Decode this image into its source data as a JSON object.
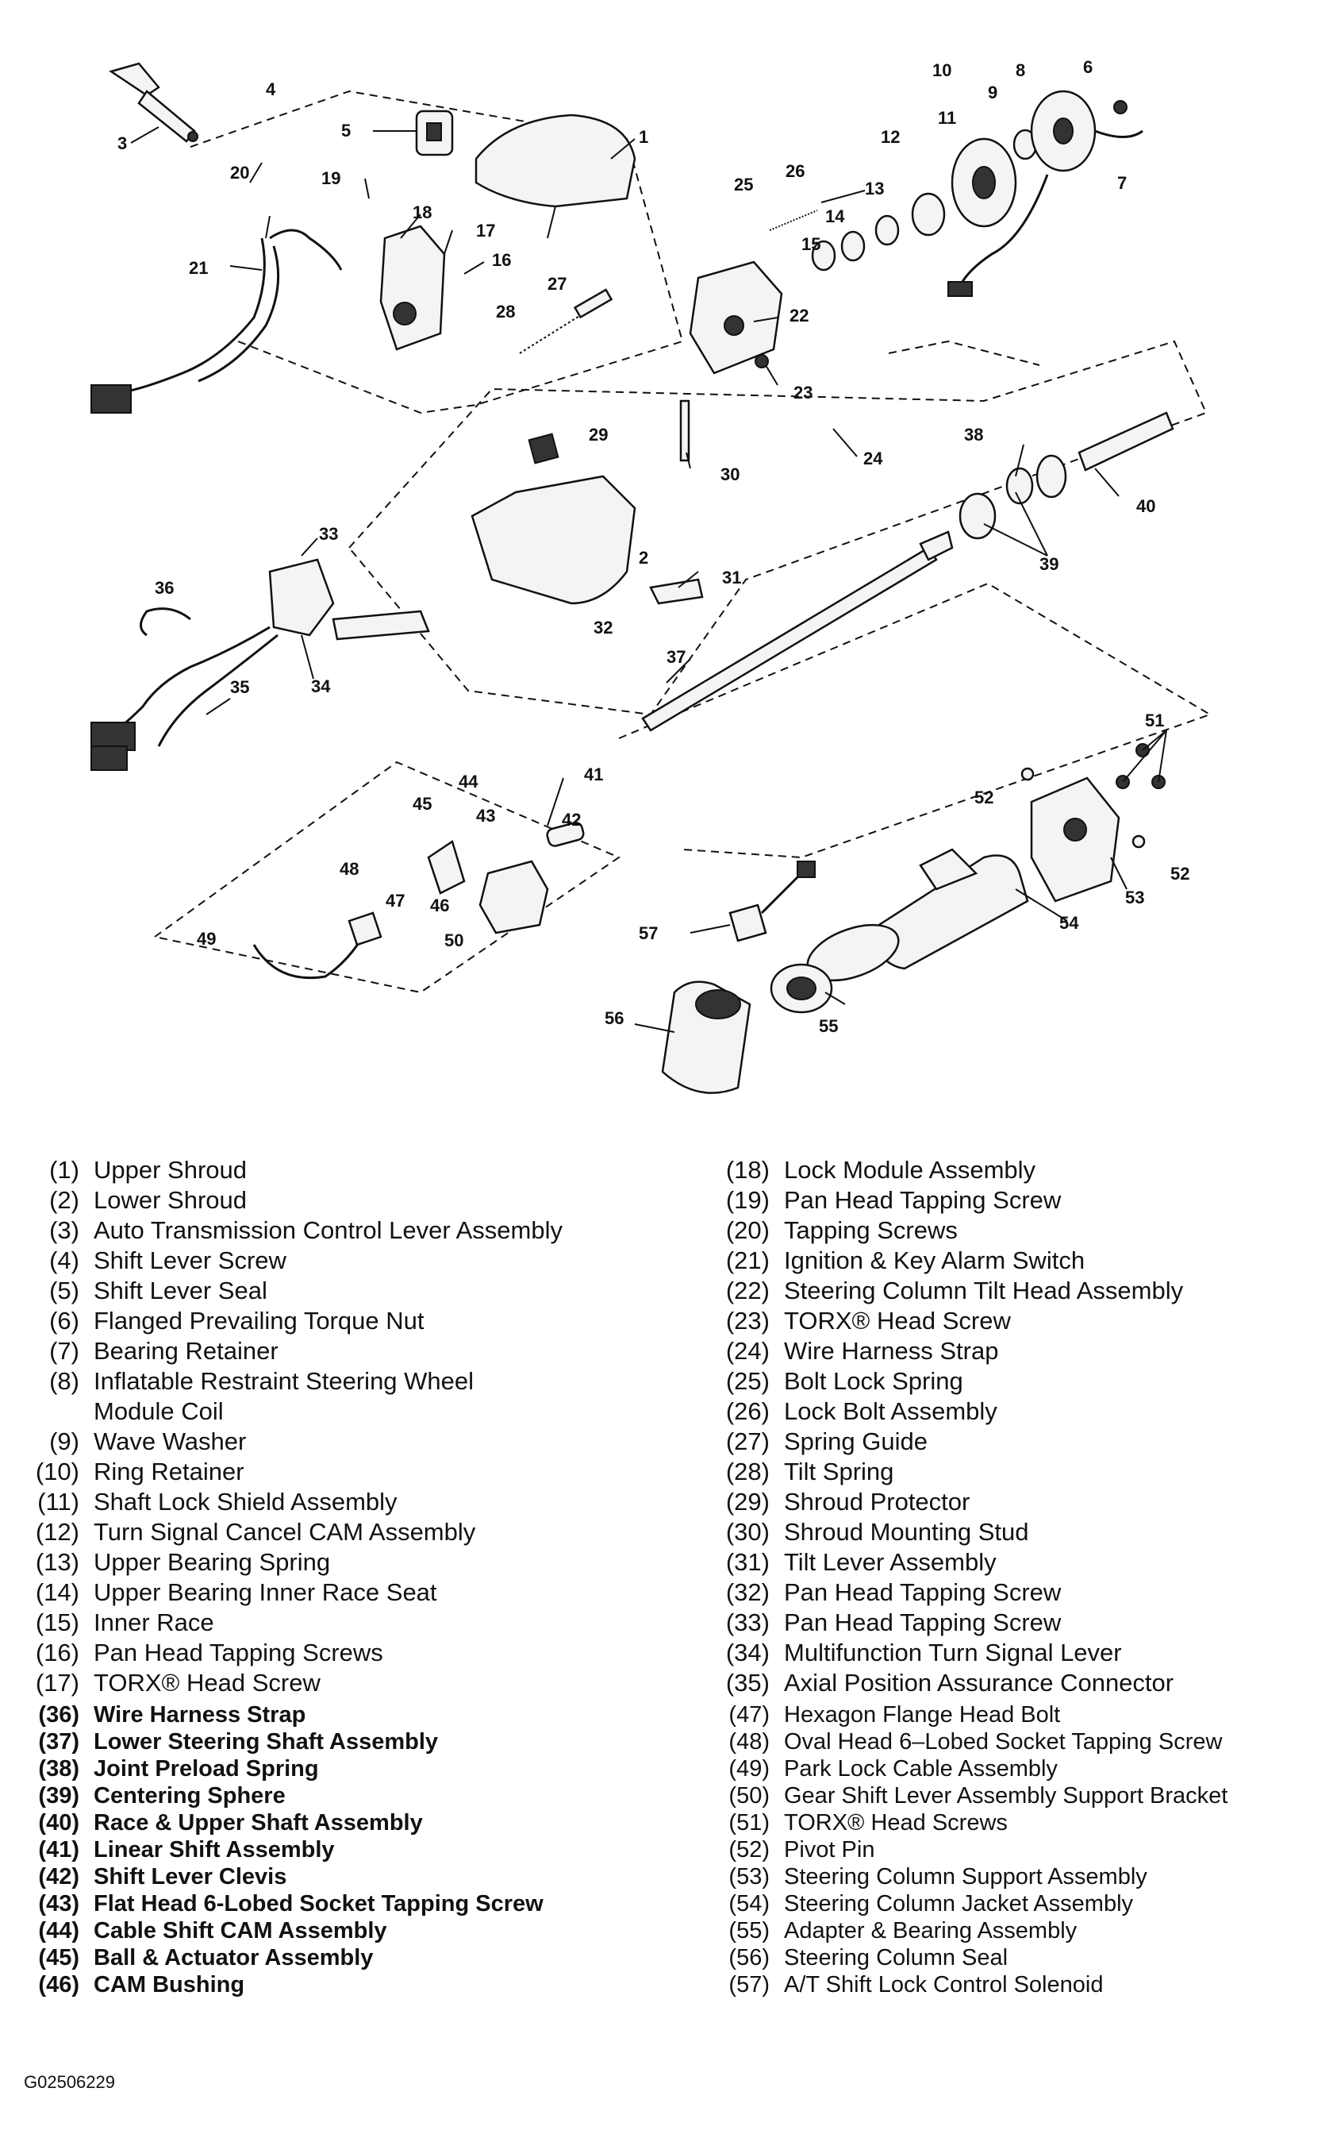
{
  "figure_code": "G02506229",
  "callouts": [
    "1",
    "2",
    "3",
    "4",
    "5",
    "6",
    "7",
    "8",
    "9",
    "10",
    "11",
    "12",
    "13",
    "14",
    "15",
    "16",
    "17",
    "18",
    "19",
    "20",
    "21",
    "22",
    "23",
    "24",
    "25",
    "26",
    "27",
    "28",
    "29",
    "30",
    "31",
    "32",
    "33",
    "34",
    "35",
    "36",
    "37",
    "38",
    "39",
    "40",
    "41",
    "42",
    "43",
    "44",
    "45",
    "46",
    "47",
    "48",
    "49",
    "50",
    "51",
    "52",
    "52",
    "53",
    "54",
    "55",
    "56",
    "57"
  ],
  "legend": {
    "left_top": [
      {
        "num": "(1)",
        "label": "Upper Shroud"
      },
      {
        "num": "(2)",
        "label": "Lower Shroud"
      },
      {
        "num": "(3)",
        "label": "Auto Transmission Control Lever Assembly"
      },
      {
        "num": "(4)",
        "label": "Shift Lever Screw"
      },
      {
        "num": "(5)",
        "label": "Shift Lever Seal"
      },
      {
        "num": "(6)",
        "label": "Flanged Prevailing Torque Nut"
      },
      {
        "num": "(7)",
        "label": "Bearing Retainer"
      },
      {
        "num": "(8)",
        "label": "Inflatable Restraint Steering Wheel"
      },
      {
        "num": "",
        "label": "Module Coil"
      },
      {
        "num": "(9)",
        "label": "Wave Washer"
      },
      {
        "num": "(10)",
        "label": "Ring Retainer"
      },
      {
        "num": "(11)",
        "label": "Shaft Lock Shield Assembly"
      },
      {
        "num": "(12)",
        "label": "Turn Signal Cancel CAM Assembly"
      },
      {
        "num": "(13)",
        "label": "Upper Bearing Spring"
      },
      {
        "num": "(14)",
        "label": "Upper Bearing Inner Race Seat"
      },
      {
        "num": "(15)",
        "label": "Inner Race"
      },
      {
        "num": "(16)",
        "label": "Pan Head Tapping Screws"
      },
      {
        "num": "(17)",
        "label": "TORX® Head Screw"
      }
    ],
    "right_top": [
      {
        "num": "(18)",
        "label": "Lock Module Assembly"
      },
      {
        "num": "(19)",
        "label": "Pan Head Tapping Screw"
      },
      {
        "num": "(20)",
        "label": "Tapping Screws"
      },
      {
        "num": "(21)",
        "label": "Ignition & Key Alarm Switch"
      },
      {
        "num": "(22)",
        "label": "Steering Column Tilt Head Assembly"
      },
      {
        "num": "(23)",
        "label": "TORX® Head Screw"
      },
      {
        "num": "(24)",
        "label": "Wire Harness Strap"
      },
      {
        "num": "(25)",
        "label": "Bolt Lock Spring"
      },
      {
        "num": "(26)",
        "label": "Lock Bolt Assembly"
      },
      {
        "num": "(27)",
        "label": "Spring Guide"
      },
      {
        "num": "(28)",
        "label": "Tilt Spring"
      },
      {
        "num": "(29)",
        "label": "Shroud Protector"
      },
      {
        "num": "(30)",
        "label": "Shroud Mounting Stud"
      },
      {
        "num": "(31)",
        "label": "Tilt Lever Assembly"
      },
      {
        "num": "(32)",
        "label": "Pan Head Tapping Screw"
      },
      {
        "num": "(33)",
        "label": "Pan Head Tapping Screw"
      },
      {
        "num": "(34)",
        "label": "Multifunction Turn Signal Lever"
      },
      {
        "num": "(35)",
        "label": "Axial Position Assurance Connector"
      }
    ],
    "left_bottom": [
      {
        "num": "(36)",
        "label": "Wire Harness Strap"
      },
      {
        "num": "(37)",
        "label": "Lower Steering Shaft Assembly"
      },
      {
        "num": "(38)",
        "label": "Joint Preload Spring"
      },
      {
        "num": "(39)",
        "label": "Centering Sphere"
      },
      {
        "num": "(40)",
        "label": "Race & Upper Shaft Assembly"
      },
      {
        "num": "(41)",
        "label": "Linear Shift Assembly"
      },
      {
        "num": "(42)",
        "label": "Shift Lever Clevis"
      },
      {
        "num": "(43)",
        "label": "Flat Head 6-Lobed Socket Tapping Screw"
      },
      {
        "num": "(44)",
        "label": "Cable Shift CAM Assembly"
      },
      {
        "num": "(45)",
        "label": "Ball & Actuator Assembly"
      },
      {
        "num": "(46)",
        "label": "CAM Bushing"
      }
    ],
    "right_bottom": [
      {
        "num": "(47)",
        "label": "Hexagon Flange Head Bolt"
      },
      {
        "num": "(48)",
        "label": "Oval Head 6–Lobed Socket Tapping Screw"
      },
      {
        "num": "(49)",
        "label": "Park Lock Cable Assembly"
      },
      {
        "num": "(50)",
        "label": "Gear Shift Lever Assembly Support Bracket"
      },
      {
        "num": "(51)",
        "label": "TORX® Head Screws"
      },
      {
        "num": "(52)",
        "label": "Pivot Pin"
      },
      {
        "num": "(53)",
        "label": "Steering Column Support Assembly"
      },
      {
        "num": "(54)",
        "label": "Steering Column Jacket Assembly"
      },
      {
        "num": "(55)",
        "label": "Adapter & Bearing Assembly"
      },
      {
        "num": "(56)",
        "label": "Steering Column Seal"
      },
      {
        "num": "(57)",
        "label": "A/T Shift Lock Control Solenoid"
      }
    ]
  }
}
